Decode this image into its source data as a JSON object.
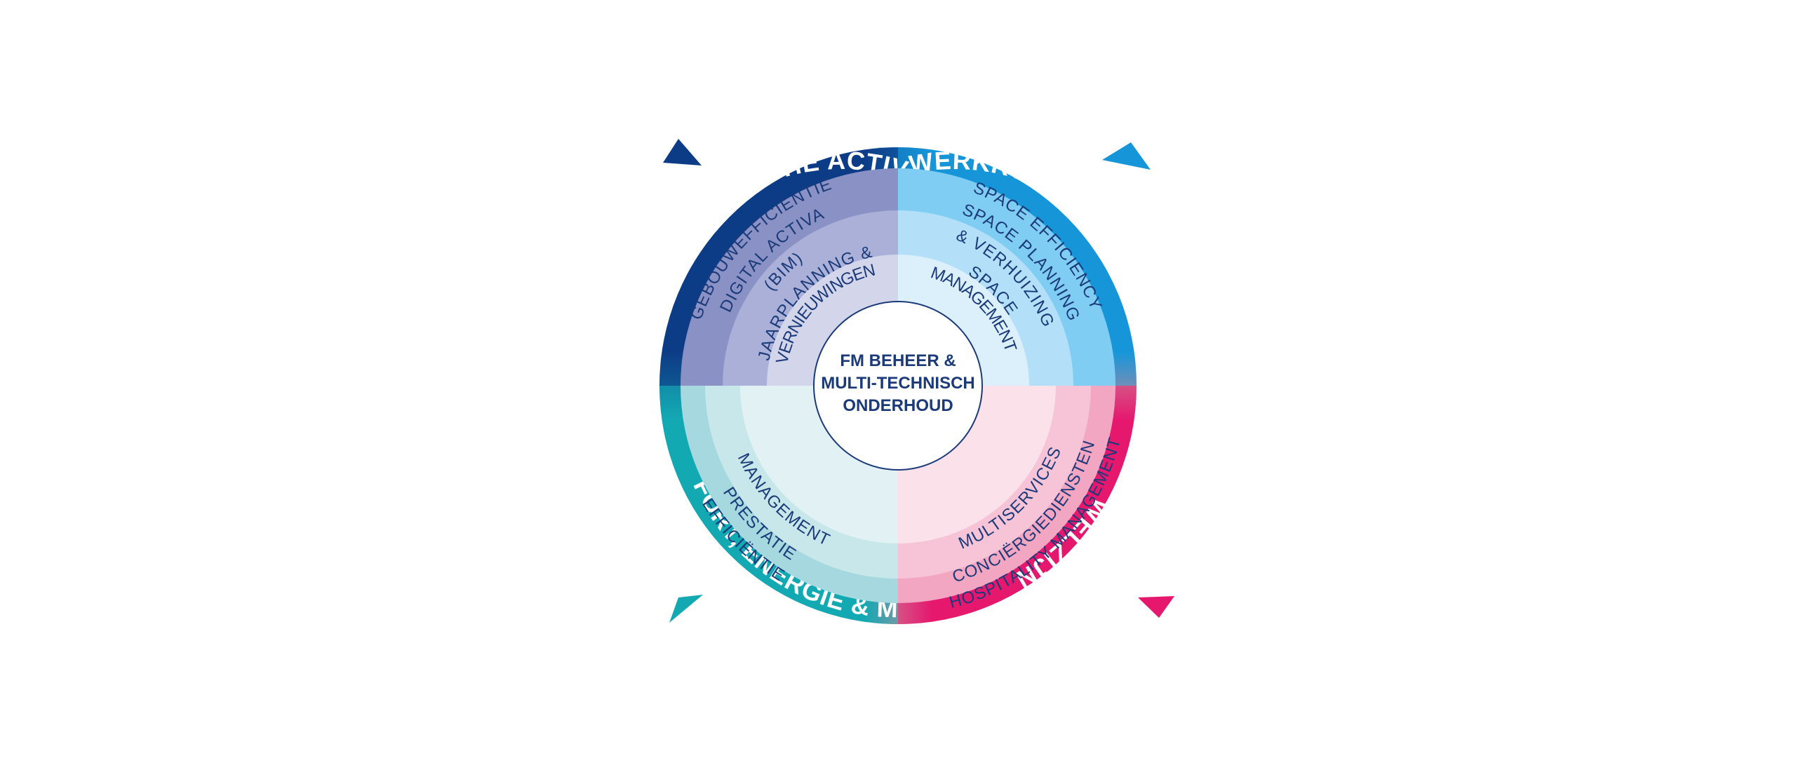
{
  "center": {
    "lines": [
      "FM BEHEER &",
      "MULTI-TECHNISCH",
      "ONDERHOUD"
    ]
  },
  "outer_ring": {
    "technische_activa": "TECHNISCHE ACTIVA",
    "werkruimtes": "WERKRUIMTES",
    "welzijn": "WELZIJN",
    "comfort": "COMFORT, ENERGIE & MILIEU"
  },
  "quadrants": {
    "top_left": {
      "outer": "GEBOUWEFFICIËNTIE",
      "middle": [
        "DIGITAL ACTIVA",
        "(BIM)"
      ],
      "inner": [
        "JAARPLANNING &",
        "VERNIEUWINGEN"
      ]
    },
    "top_right": {
      "outer": "SPACE EFFICIENCY",
      "middle": [
        "SPACE PLANNING",
        "& VERHUIZING"
      ],
      "inner": [
        "SPACE",
        "MANAGEMENT"
      ]
    },
    "bottom_right": {
      "outer": "HOSPITALITY MANAGEMENT",
      "middle": "CONCIËRGIEDIENSTEN",
      "inner": "MULTISERVICES"
    },
    "bottom_left": {
      "outer": "EFFICIËNTIE",
      "middle": "PRESTATIE",
      "inner": "MANAGEMENT"
    }
  },
  "colors": {
    "navy": "#0d3c87",
    "blue": "#1696d9",
    "pink": "#e5186e",
    "teal": "#13a9b3",
    "text_dark": "#1b3a7a"
  }
}
